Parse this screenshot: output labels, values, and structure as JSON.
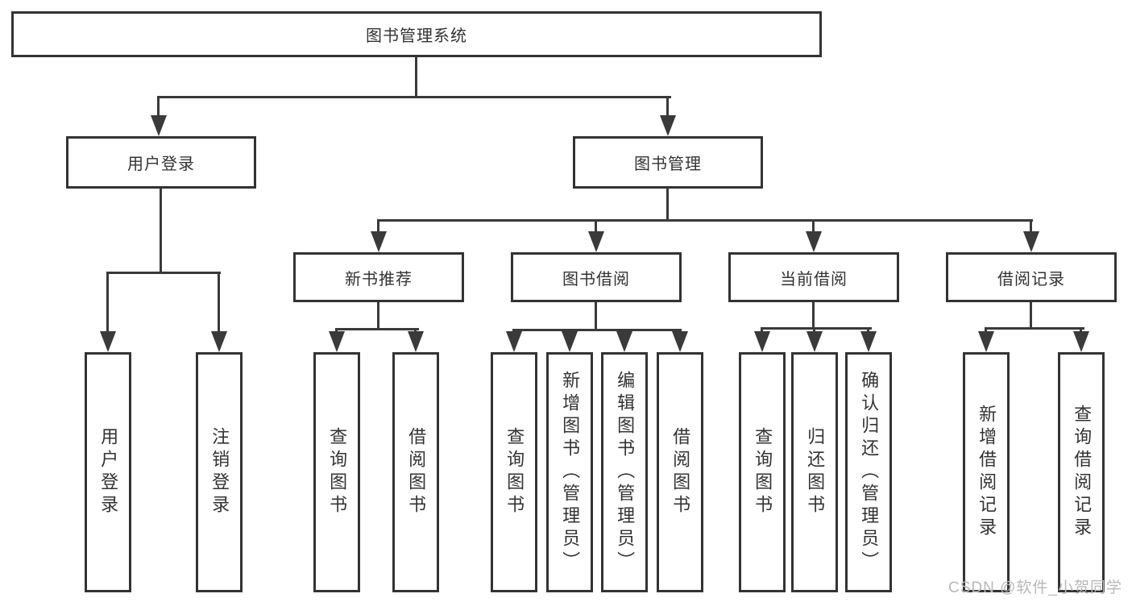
{
  "diagram": {
    "type": "hierarchy",
    "root": "图书管理系统",
    "branches": [
      {
        "label": "用户登录",
        "children": [
          "用户登录",
          "注销登录"
        ]
      },
      {
        "label": "图书管理",
        "sections": [
          {
            "label": "新书推荐",
            "children": [
              "查询图书",
              "借阅图书"
            ]
          },
          {
            "label": "图书借阅",
            "children": [
              "查询图书",
              "新增图书（管理员）",
              "编辑图书（管理员）",
              "借阅图书"
            ]
          },
          {
            "label": "当前借阅",
            "children": [
              "查询图书",
              "归还图书",
              "确认归还（管理员）"
            ]
          },
          {
            "label": "借阅记录",
            "children": [
              "新增借阅记录",
              "查询借阅记录"
            ]
          }
        ]
      }
    ]
  },
  "colors": {
    "line": "#3a3a3a",
    "border": "#333333",
    "text": "#333333",
    "watermark": "#b8b8b8"
  },
  "watermark": "CSDN @软件_小贺同学"
}
